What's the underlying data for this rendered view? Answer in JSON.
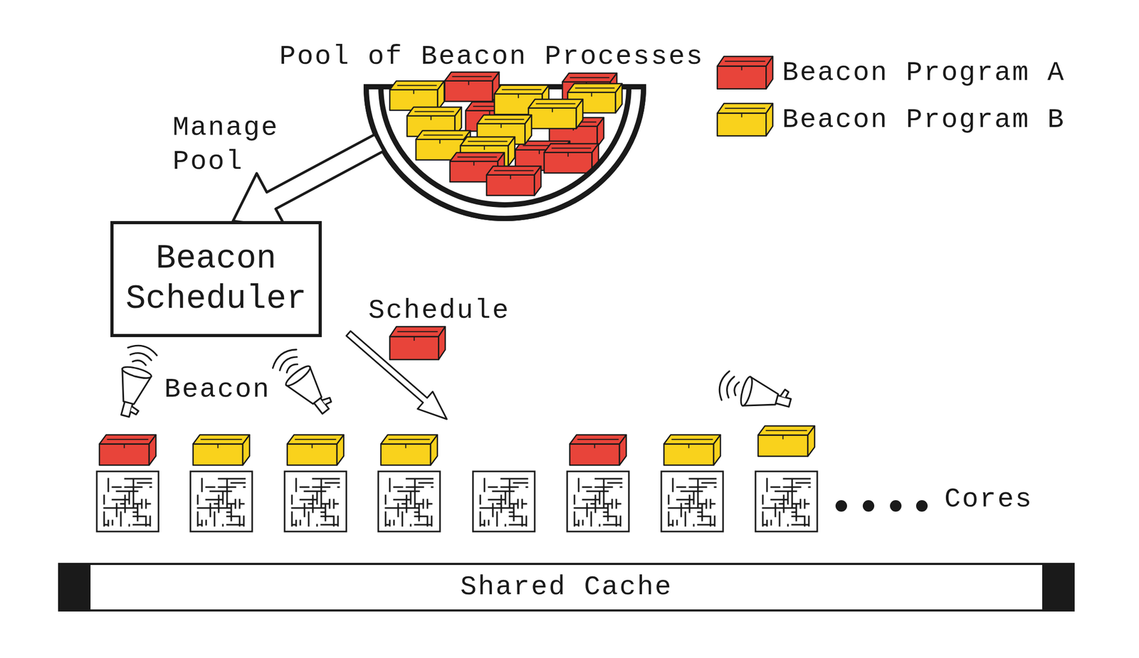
{
  "diagram": {
    "nodes": [
      {
        "text": [
          "Pool of Beacon Processes"
        ]
      },
      {
        "text": [
          "Beacon Scheduler"
        ]
      },
      {
        "text": [
          "Shared Cache"
        ]
      }
    ],
    "edges": [
      {
        "from": 0,
        "to": 1,
        "arrow": "to",
        "label": "Manage Pool"
      }
    ],
    "labels": [
      "Schedule",
      "Beacon",
      "Cores"
    ],
    "legend": [
      {
        "text": "Beacon Program A",
        "color": "#e8443a"
      },
      {
        "text": "Beacon Program B",
        "color": "#f9d21c"
      }
    ]
  }
}
